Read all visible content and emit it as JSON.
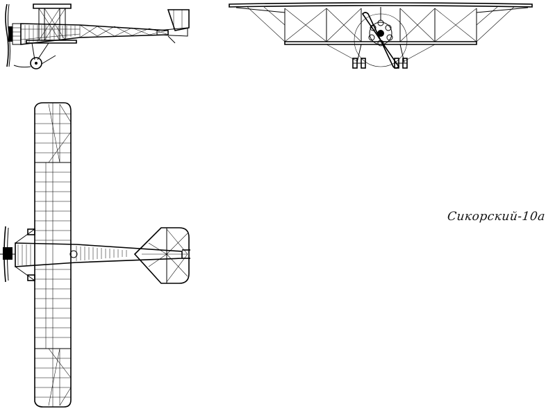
{
  "caption": "Сикорский-10а",
  "views": {
    "side": "side-view",
    "front": "front-view",
    "top": "top-view"
  },
  "colors": {
    "ink": "#000000",
    "paper": "#ffffff"
  }
}
